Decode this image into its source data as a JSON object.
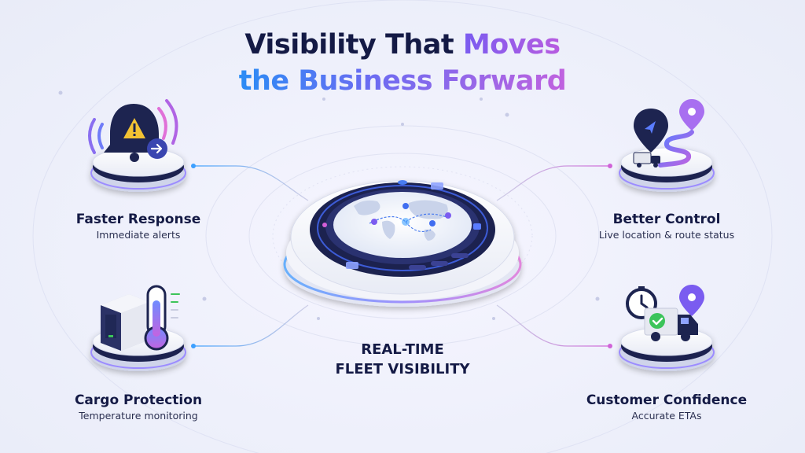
{
  "title": {
    "line1_dark": "Visibility That ",
    "line1_accent": "Moves",
    "line2": "the Business Forward"
  },
  "center": {
    "line1": "REAL-TIME",
    "line2": "FLEET VISIBILITY"
  },
  "features": [
    {
      "title": "Faster Response",
      "subtitle": "Immediate alerts",
      "icon": "alert-bell-icon"
    },
    {
      "title": "Better Control",
      "subtitle": "Live location & route status",
      "icon": "route-map-icon"
    },
    {
      "title": "Cargo Protection",
      "subtitle": "Temperature monitoring",
      "icon": "thermometer-icon"
    },
    {
      "title": "Customer Confidence",
      "subtitle": "Accurate ETAs",
      "icon": "delivery-truck-icon"
    }
  ],
  "colors": {
    "navy": "#141a45",
    "purple": "#7a5cf0",
    "blue": "#2a8cf5",
    "pink": "#d35fd6",
    "green": "#3cc45a",
    "glow": "#9c8cff"
  }
}
